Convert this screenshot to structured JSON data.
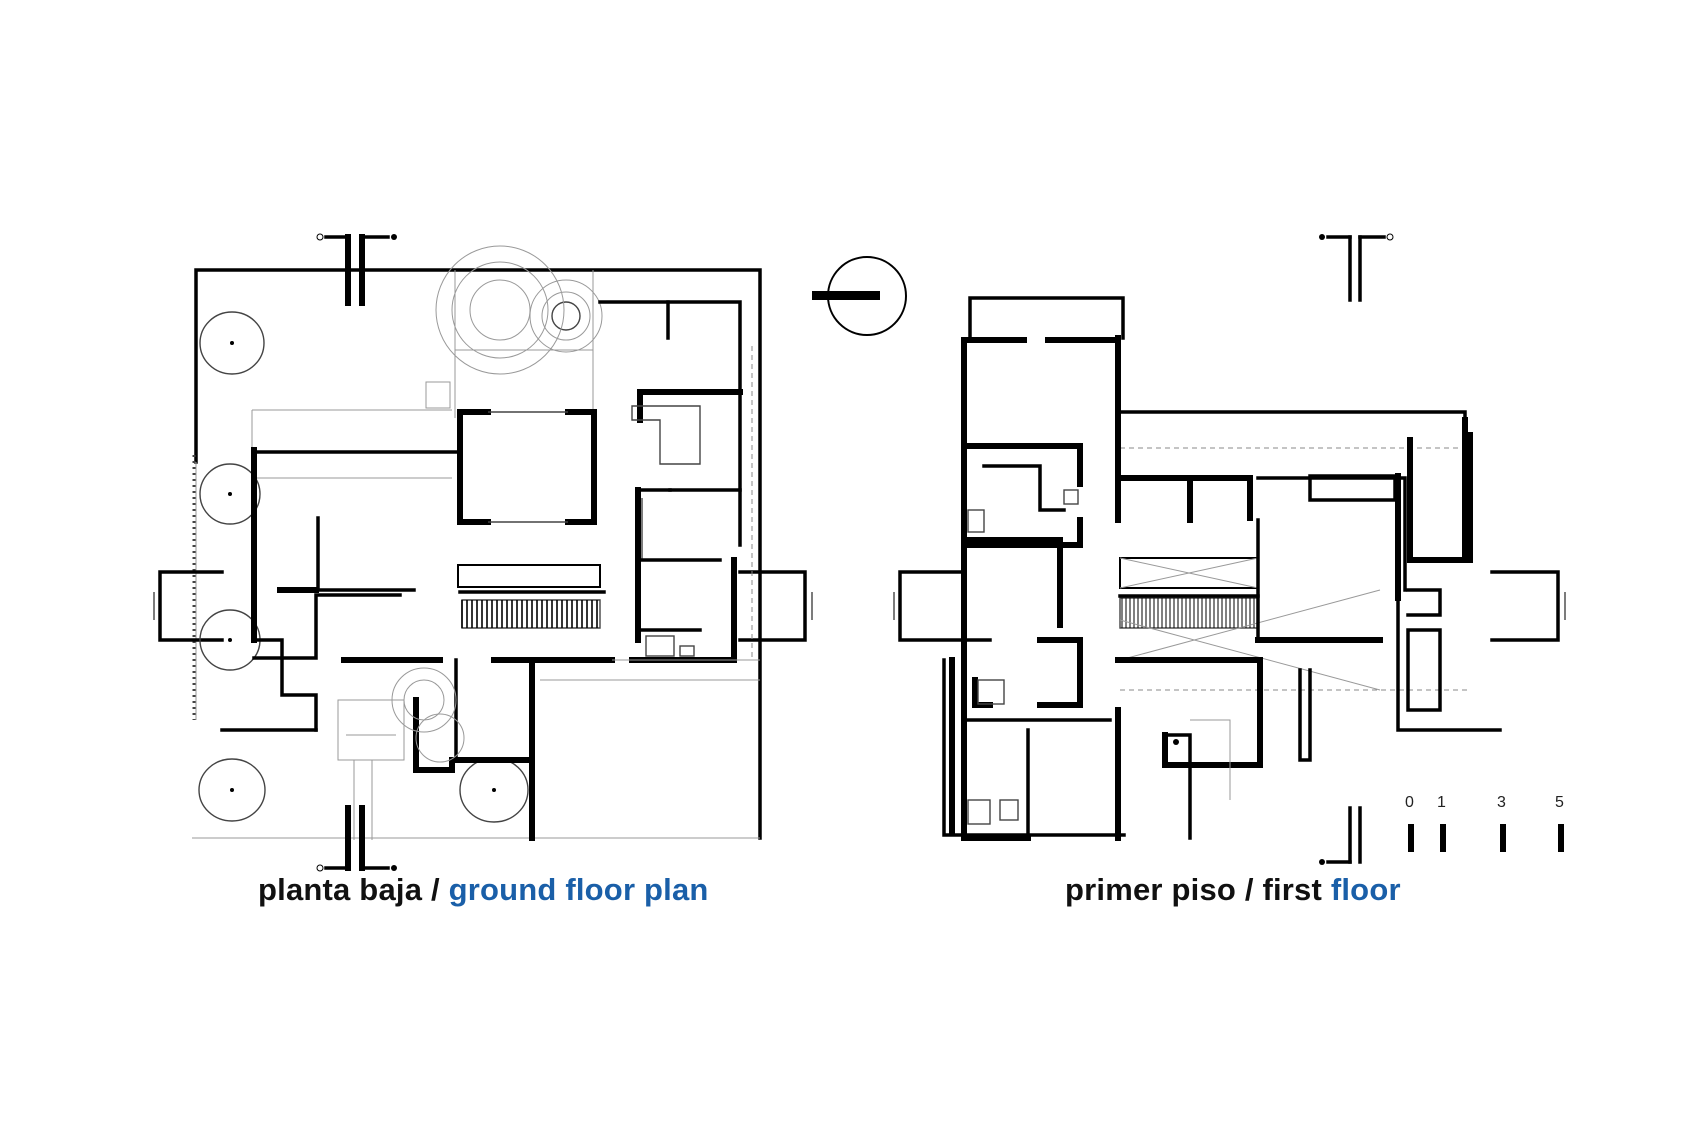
{
  "captions": {
    "ground": {
      "dark": "planta baja / ",
      "blue": "ground floor plan"
    },
    "first": {
      "dark": "primer piso / first ",
      "blue": "floor"
    }
  },
  "scale_bar": {
    "labels": [
      "0",
      "1",
      "3",
      "5"
    ]
  },
  "colors": {
    "label_blue": "#1a5fa8",
    "walls": "#000000"
  },
  "icons": [
    "north-arrow-icon",
    "section-marker-icon",
    "tree-icon",
    "stair-icon",
    "scale-bar-icon"
  ]
}
